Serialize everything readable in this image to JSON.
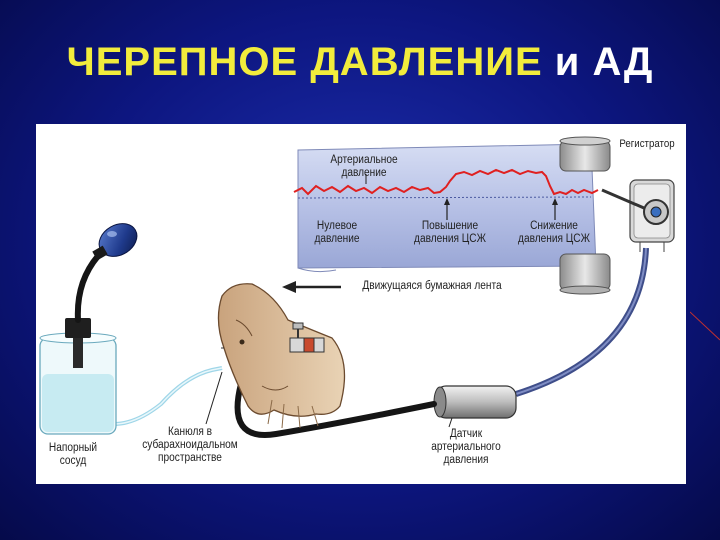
{
  "title": {
    "part1": "ЧЕРЕПНОЕ ДАВЛЕНИЕ",
    "part2": "и АД"
  },
  "diagram": {
    "labels": {
      "recorder": "Регистратор",
      "arterial_pressure": "Артериальное давление",
      "zero_pressure": "Нулевое давление",
      "csf_increase": "Повышение давления ЦСЖ",
      "csf_decrease": "Снижение давления ЦСЖ",
      "paper_tape": "Движущаяся бумажная лента",
      "pressure_vessel": "Напорный сосуд",
      "cannula": "Канюля в субарахноидальном пространстве",
      "arterial_sensor": "Датчик артериального давления"
    },
    "colors": {
      "trace": "#e02020",
      "tape": "#b9c3e6",
      "tube": "#1a1a1a",
      "liquid": "#bfe9f0"
    }
  }
}
